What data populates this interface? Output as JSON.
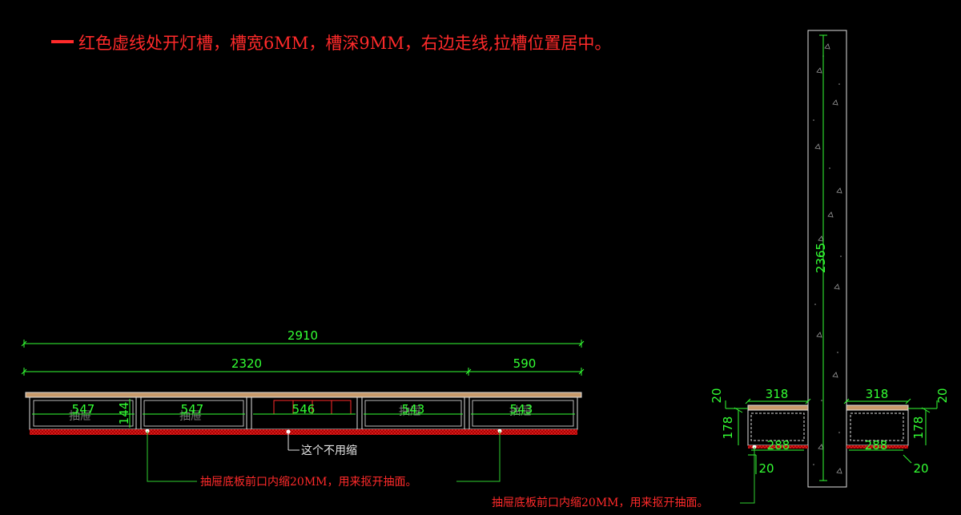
{
  "title_note": "红色虚线处开灯槽，槽宽6MM，槽深9MM，右边走线,拉槽位置居中。",
  "front_view": {
    "overall_dim": "2910",
    "left_dim": "2320",
    "right_dim": "590",
    "height_dim": "144",
    "bay_dims": [
      "547",
      "547",
      "546",
      "543",
      "543"
    ],
    "drawer_labels": [
      "抽屉",
      "抽屉",
      "抽屉",
      "抽屉"
    ],
    "no_shrink_note": "这个不用缩",
    "drawer_note": "抽屉底板前口内缩20MM，用来抠开抽面。"
  },
  "side_view": {
    "wall_height_dim": "2365",
    "left_width_dim": "318",
    "right_width_dim": "318",
    "left_inner_dim": "288",
    "right_inner_dim": "288",
    "left_height_dim": "178",
    "right_height_dim": "178",
    "top_offset_left": "20",
    "top_offset_right": "20",
    "bottom_offset_left": "20",
    "bottom_offset_right": "20",
    "drawer_note": "抽屉底板前口内缩20MM，用来抠开抽面。"
  },
  "colors": {
    "background": "#000000",
    "dimension": "#33ff33",
    "note": "#ff2a2a",
    "outline": "#e0e0e0",
    "counter_top": "#c89a6a"
  }
}
